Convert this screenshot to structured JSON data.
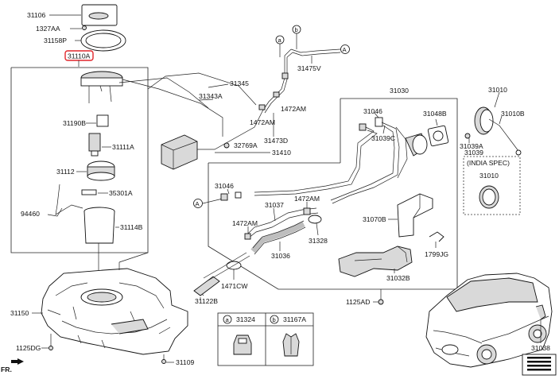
{
  "parts": {
    "p31106": "31106",
    "p1327AA": "1327AA",
    "p31158P": "31158P",
    "p31110A": "31110A",
    "p31345": "31345",
    "p31343A": "31343A",
    "p31190B": "31190B",
    "p31111A": "31111A",
    "p31112": "31112",
    "p35301A": "35301A",
    "p94460": "94460",
    "p31114B": "31114B",
    "p31475V": "31475V",
    "p1472AM_top": "1472AM",
    "p1472AM_mid": "1472AM",
    "p31473D": "31473D",
    "p32769A": "32769A",
    "p31410": "31410",
    "p31030": "31030",
    "p31046_top": "31046",
    "p31039C": "31039C",
    "p31048B": "31048B",
    "p31010": "31010",
    "p31010B": "31010B",
    "p31039A": "31039A",
    "p31039": "31039",
    "india_spec": "(INDIA SPEC)",
    "p31010_india": "31010",
    "p31046_mid": "31046",
    "p1472AM_c": "1472AM",
    "p31037": "31037",
    "p1472AM_d": "1472AM",
    "p31070B": "31070B",
    "p31328": "31328",
    "p31036": "31036",
    "p1799JG": "1799JG",
    "p31032B": "31032B",
    "p1471CW": "1471CW",
    "p31122B": "31122B",
    "p1125AD": "1125AD",
    "p31150": "31150",
    "p1125DG": "1125DG",
    "p31109": "31109",
    "p31038": "31038",
    "legend_a": "31324",
    "legend_b": "31167A",
    "fr": "FR."
  },
  "markers": {
    "a": "a",
    "b": "b",
    "A": "A"
  }
}
